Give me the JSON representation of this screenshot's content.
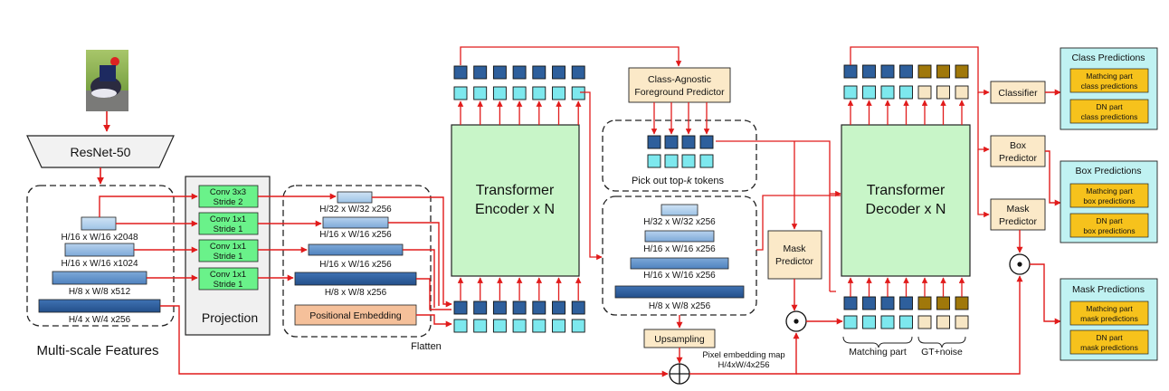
{
  "backbone": {
    "label": "ResNet-50"
  },
  "multiscale": {
    "title": "Multi-scale Features",
    "feature_labels": [
      "H/16 x W/16 x2048",
      "H/16 x W/16 x1024",
      "H/8 x W/8 x512",
      "H/4 x W/4 x256"
    ]
  },
  "projection": {
    "title": "Projection",
    "blocks": [
      {
        "line1": "Conv 3x3",
        "line2": "Stride 2"
      },
      {
        "line1": "Conv 1x1",
        "line2": "Stride 1"
      },
      {
        "line1": "Conv 1x1",
        "line2": "Stride 1"
      },
      {
        "line1": "Conv 1x1",
        "line2": "Stride 1"
      }
    ]
  },
  "flatten": {
    "title": "Flatten",
    "labels": [
      "H/32 x W/32 x256",
      "H/16 x W/16 x256",
      "H/16 x W/16 x256",
      "H/8 x W/8 x256"
    ],
    "positional": "Positional Embedding"
  },
  "encoder": {
    "line1": "Transformer",
    "line2": "Encoder x N"
  },
  "cafp": {
    "line1": "Class-Agnostic",
    "line2": "Foreground Predictor"
  },
  "topk": {
    "prefix": "Pick out top-",
    "k": "k",
    "suffix": " tokens"
  },
  "memory": {
    "labels": [
      "H/32 x W/32 x256",
      "H/16 x W/16 x256",
      "H/16 x W/16 x256",
      "H/8 x W/8 x256"
    ]
  },
  "upsampling": {
    "label": "Upsampling"
  },
  "pixel_embed": {
    "line1": "Pixel embedding map",
    "line2": "H/4xW/4x256"
  },
  "mask_predictor_mid": {
    "line1": "Mask",
    "line2": "Predictor"
  },
  "decoder": {
    "line1": "Transformer",
    "line2": "Decoder x N"
  },
  "query_groups": {
    "matching": "Matching part",
    "noise": "GT+noise"
  },
  "heads": {
    "classifier": "Classifier",
    "box": {
      "line1": "Box",
      "line2": "Predictor"
    },
    "mask": {
      "line1": "Mask",
      "line2": "Predictor"
    }
  },
  "outputs": {
    "class": {
      "title": "Class Predictions",
      "items": [
        {
          "line1": "Mathcing part",
          "line2": "class predictions"
        },
        {
          "line1": "DN part",
          "line2": "class predictions"
        }
      ]
    },
    "box": {
      "title": "Box Predictions",
      "items": [
        {
          "line1": "Mathcing part",
          "line2": "box predictions"
        },
        {
          "line1": "DN part",
          "line2": "box predictions"
        }
      ]
    },
    "mask": {
      "title": "Mask Predictions",
      "items": [
        {
          "line1": "Mathcing part",
          "line2": "mask predictions"
        },
        {
          "line1": "DN part",
          "line2": "mask predictions"
        }
      ]
    }
  },
  "colors": {
    "arrow": "#e11b1b",
    "encoder_fill": "#c8f5c8",
    "conv_fill": "#6af28a",
    "token_dark": "#2e5f9c",
    "token_light": "#7de8ee",
    "noise_dark": "#a0780a",
    "noise_light": "#f7e6c4",
    "head_fill": "#fbe9c8",
    "output_panel": "#c0f2f2",
    "output_item": "#f6c21c",
    "pos_embed": "#f5c09a"
  }
}
